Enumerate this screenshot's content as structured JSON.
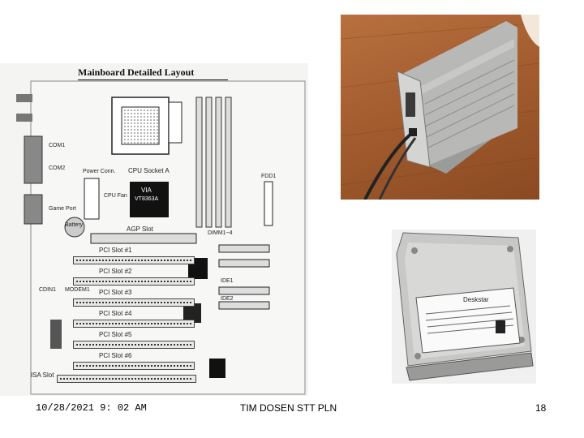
{
  "slide": {
    "footer_date": "10/28/2021 9: 02 AM",
    "footer_center": "TIM DOSEN STT PLN",
    "page_number": "18"
  },
  "motherboard": {
    "title": "Mainboard Detailed Layout",
    "labels": {
      "com1": "COM1",
      "com2": "COM2",
      "game_port": "Game Port",
      "cpu_socket": "CPU Socket A",
      "chip_name": "VIA",
      "chip_model": "VT8363A",
      "dimm": "DIMM1~4",
      "agp_slot": "AGP Slot",
      "pci1": "PCI Slot #1",
      "pci2": "PCI Slot #2",
      "pci3": "PCI Slot #3",
      "pci4": "PCI Slot #4",
      "pci5": "PCI Slot #5",
      "pci6": "PCI Slot #6",
      "isa_slot": "ISA Slot",
      "battery": "Battery",
      "modem": "MODEM1",
      "cdin": "CDIN1",
      "ide1": "IDE1",
      "ide2": "IDE2",
      "fdd": "FDD1",
      "cpu_fan": "CPU Fan",
      "power_conn": "Power Conn."
    }
  },
  "hdd": {
    "brand_label": "Deskstar"
  },
  "colors": {
    "enclosure_table": "#a45d2f",
    "enclosure_body": "#b6b6b4"
  }
}
